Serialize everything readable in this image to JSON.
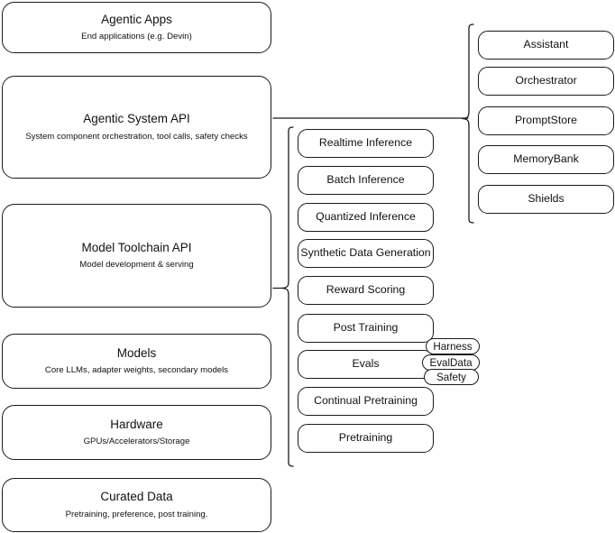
{
  "diagram": {
    "title": "Agentic AI stack layered architecture",
    "stroke_color": "#1a1a1a",
    "background_color": "#ffffff"
  },
  "layers": [
    {
      "title": "Agentic Apps",
      "subtitle": "End applications (e.g. Devin)"
    },
    {
      "title": "Agentic System API",
      "subtitle": "System component orchestration, tool calls, safety checks"
    },
    {
      "title": "Model Toolchain API",
      "subtitle": "Model development & serving"
    },
    {
      "title": "Models",
      "subtitle": "Core LLMs, adapter weights, secondary models"
    },
    {
      "title": "Hardware",
      "subtitle": "GPUs/Accelerators/Storage"
    },
    {
      "title": "Curated Data",
      "subtitle": "Pretraining, preference, post training."
    }
  ],
  "toolchain_components": [
    {
      "label": "Realtime Inference"
    },
    {
      "label": "Batch Inference"
    },
    {
      "label": "Quantized Inference"
    },
    {
      "label": "Synthetic Data Generation"
    },
    {
      "label": "Reward Scoring"
    },
    {
      "label": "Post Training"
    },
    {
      "label": "Evals"
    },
    {
      "label": "Continual Pretraining"
    },
    {
      "label": "Pretraining"
    }
  ],
  "system_components": [
    {
      "label": "Assistant"
    },
    {
      "label": "Orchestrator"
    },
    {
      "label": "PromptStore"
    },
    {
      "label": "MemoryBank"
    },
    {
      "label": "Shields"
    }
  ],
  "eval_badges": [
    {
      "label": "Harness"
    },
    {
      "label": "EvalData"
    },
    {
      "label": "Safety"
    }
  ]
}
